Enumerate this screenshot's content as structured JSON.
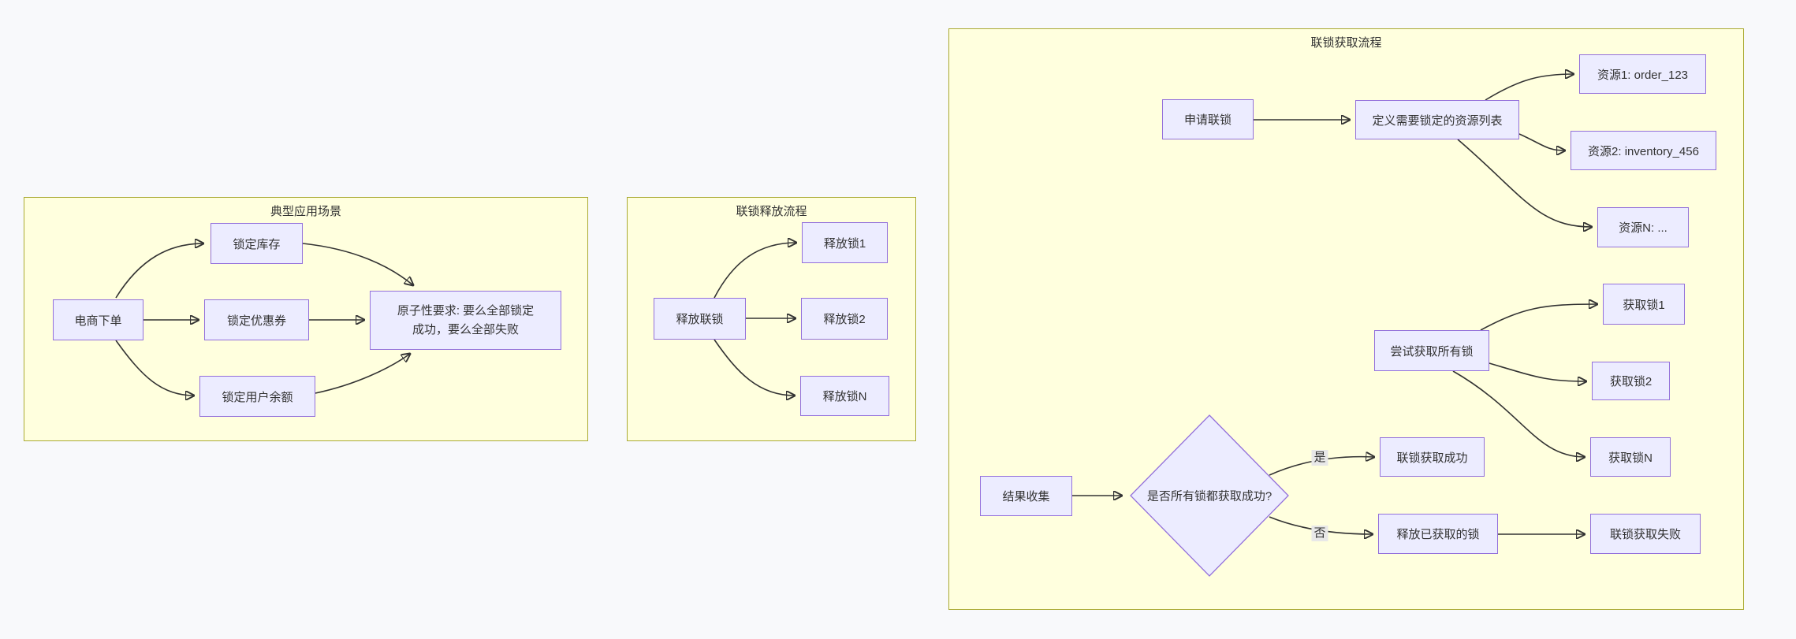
{
  "clusters": {
    "scenario": {
      "title": "典型应用场景",
      "nodes": {
        "order": "电商下单",
        "lock_inventory": "锁定库存",
        "lock_coupon": "锁定优惠券",
        "lock_balance": "锁定用户余额",
        "atomic_requirement": "原子性要求: 要么全部锁定\n成功，要么全部失败"
      }
    },
    "release": {
      "title": "联锁释放流程",
      "nodes": {
        "release_interlock": "释放联锁",
        "release_lock1": "释放锁1",
        "release_lock2": "释放锁2",
        "release_lockN": "释放锁N"
      }
    },
    "acquire": {
      "title": "联锁获取流程",
      "nodes": {
        "apply_interlock": "申请联锁",
        "define_resources": "定义需要锁定的资源列表",
        "resource1": "资源1: order_123",
        "resource2": "资源2: inventory_456",
        "resourceN": "资源N: ...",
        "try_acquire_all": "尝试获取所有锁",
        "acquire_lock1": "获取锁1",
        "acquire_lock2": "获取锁2",
        "acquire_lockN": "获取锁N",
        "result_collect": "结果收集",
        "decision": "是否所有锁都获取成功?",
        "acquire_success": "联锁获取成功",
        "release_acquired": "释放已获取的锁",
        "acquire_failed": "联锁获取失败"
      },
      "edge_labels": {
        "yes": "是",
        "no": "否"
      }
    }
  },
  "colors": {
    "background": "#f8f9fb",
    "node_fill": "#ECECFF",
    "node_border": "#9370DB",
    "cluster_fill": "#ffffde",
    "cluster_border": "#aaaa33",
    "edge": "#333333",
    "edge_label_bg": "#e8e8e8",
    "text": "#333333"
  }
}
